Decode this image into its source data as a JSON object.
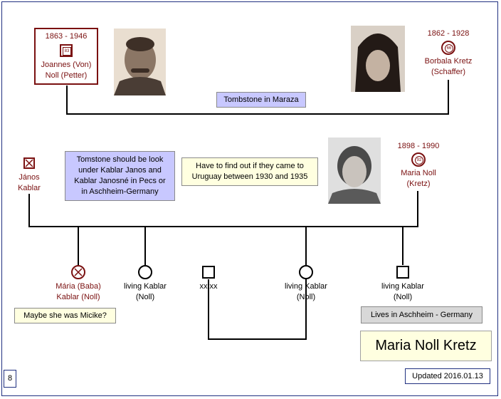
{
  "colors": {
    "deceased": "#7a1010",
    "living": "#000000",
    "note_yellow": "#ffffe0",
    "note_blue": "#c8c8ff",
    "note_grey": "#d8d8d8",
    "frame": "#203080"
  },
  "grandparents": {
    "grandfather": {
      "dates": "1863 - 1946",
      "age": "83",
      "name": "Joannes (Von)",
      "name2": "Noll (Petter)"
    },
    "grandmother": {
      "dates": "1862 - 1928",
      "age": "66",
      "name": "Borbala Kretz",
      "name2": "(Schaffer)"
    },
    "tombstone_note": "Tombstone in Maraza"
  },
  "parents": {
    "father": {
      "name": "János",
      "name2": "Kablar"
    },
    "mother": {
      "dates": "1898 - 1990",
      "age": "92",
      "name": "Maria Noll",
      "name2": "(Kretz)"
    },
    "note_tombstone": [
      "Tomstone should be look",
      "under Kablar Janos and",
      "Kablar Janosné in Pecs or",
      "in Aschheim-Germany"
    ],
    "note_uruguay": [
      "Have to find out if they came to",
      "Uruguay between 1930 and 1935"
    ]
  },
  "children": {
    "maria": {
      "name": "Mária (Baba)",
      "name2": "Kablar (Noll)"
    },
    "child2": {
      "name": "living Kablar",
      "name2": "(Noll)"
    },
    "spouse": {
      "name": "xx xx"
    },
    "child3": {
      "name": "living Kablar",
      "name2": "(Noll)"
    },
    "child4": {
      "name": "living Kablar",
      "name2": "(Noll)"
    },
    "note_micike": "Maybe she was Micike?",
    "note_aschheim": "Lives in Aschheim - Germany"
  },
  "title": "Maria Noll Kretz",
  "updated": "Updated 2016.01.13",
  "page_number": "8"
}
